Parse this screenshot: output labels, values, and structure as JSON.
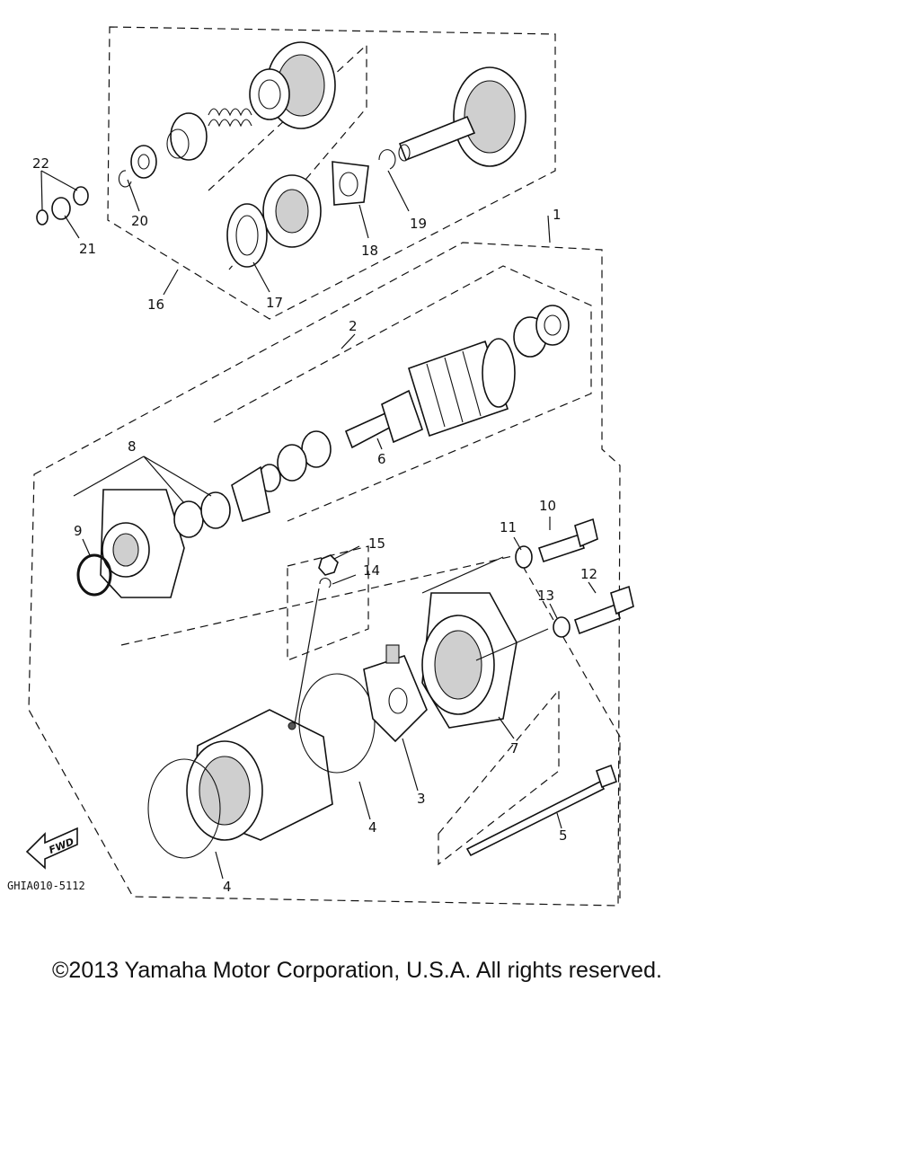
{
  "diagram": {
    "callouts": [
      "1",
      "2",
      "3",
      "4",
      "4",
      "5",
      "6",
      "7",
      "8",
      "9",
      "10",
      "11",
      "12",
      "13",
      "14",
      "15",
      "16",
      "17",
      "18",
      "19",
      "20",
      "21",
      "22"
    ],
    "reference_code": "GHIA010-5112",
    "fwd_label": "FWD"
  },
  "footer": {
    "copyright": "©2013 Yamaha Motor Corporation, U.S.A. All rights reserved."
  }
}
